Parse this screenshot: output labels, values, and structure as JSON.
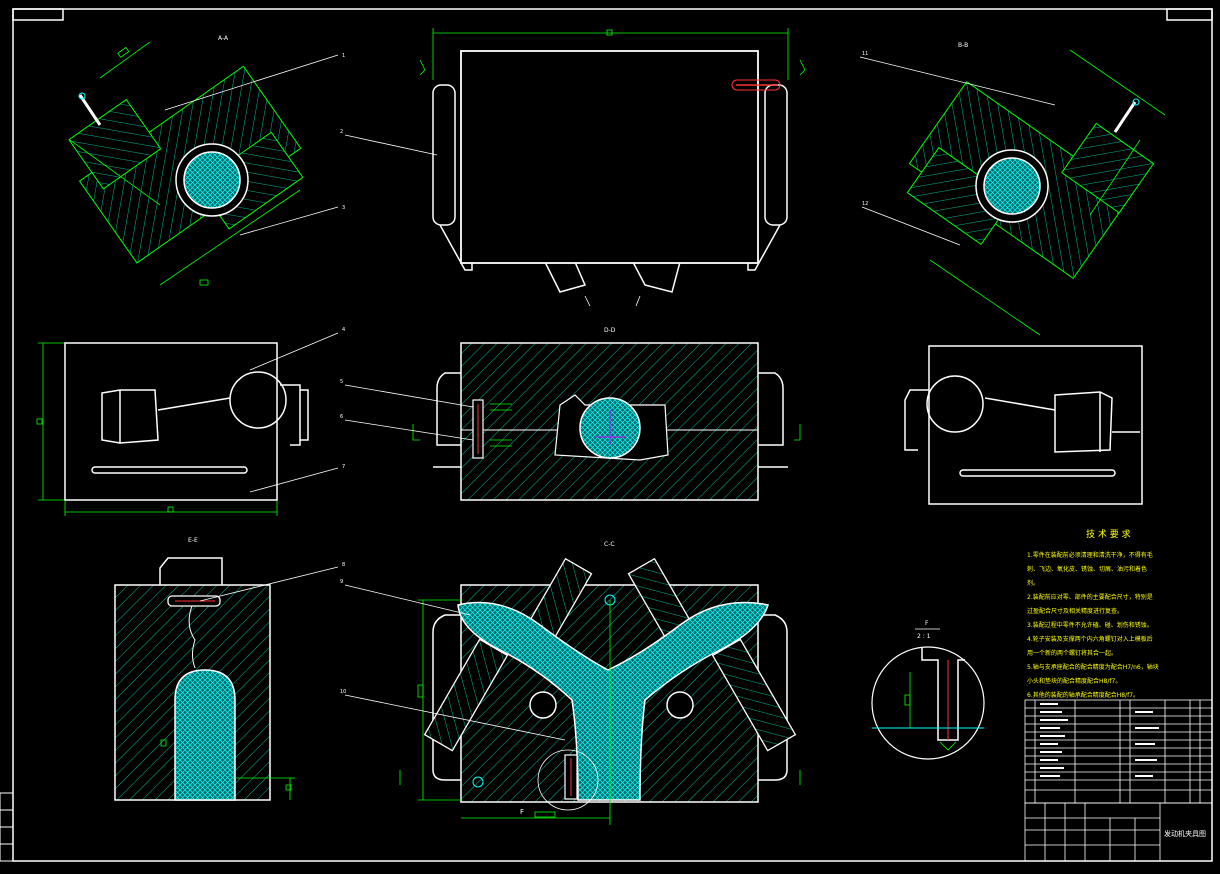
{
  "colors": {
    "background": "#000000",
    "outline": "#ffffff",
    "dimension": "#00ff00",
    "hatch": "#00c8a0",
    "section_fill": "#00ffff",
    "hidden": "#ff3030",
    "mark": "#c000ff",
    "text": "#ffffff",
    "accent_text": "#ffff00"
  },
  "views": {
    "section_a": "A-A",
    "section_b": "B-B",
    "section_d": "D-D",
    "section_e": "E-E",
    "section_c": "C-C",
    "detail_f": "F",
    "detail_scale": "2 : 1",
    "cut_label_f": "F"
  },
  "leaders": [
    "1",
    "2",
    "3",
    "4",
    "5",
    "6",
    "7",
    "8",
    "9",
    "10",
    "11",
    "12"
  ],
  "notes": {
    "title": "技 术 要 求",
    "items": [
      "1.零件在装配前必须清理和清洗干净，不得有毛",
      "刺、飞边、氧化皮、锈蚀、切屑、油污和着色",
      "剂。",
      "2.装配前应对零、部件的主要配合尺寸，特别是",
      "过盈配合尺寸及相关精度进行复查。",
      "3.装配过程中零件不允许磕、碰、划伤和锈蚀。",
      "4.轮子安装及支撑两个内六角螺钉对入上模板后",
      "用一个新的两个螺钉将其合一起。",
      "5.轴与支承座配合的配合精度为配合H7/n6，轴块",
      "小头和垫块的配合精度配合H8/f7。",
      "6.其他的装配的轴承配合精度配合H8/f7。"
    ]
  },
  "title_block": {
    "name": "发动机夹具图"
  }
}
